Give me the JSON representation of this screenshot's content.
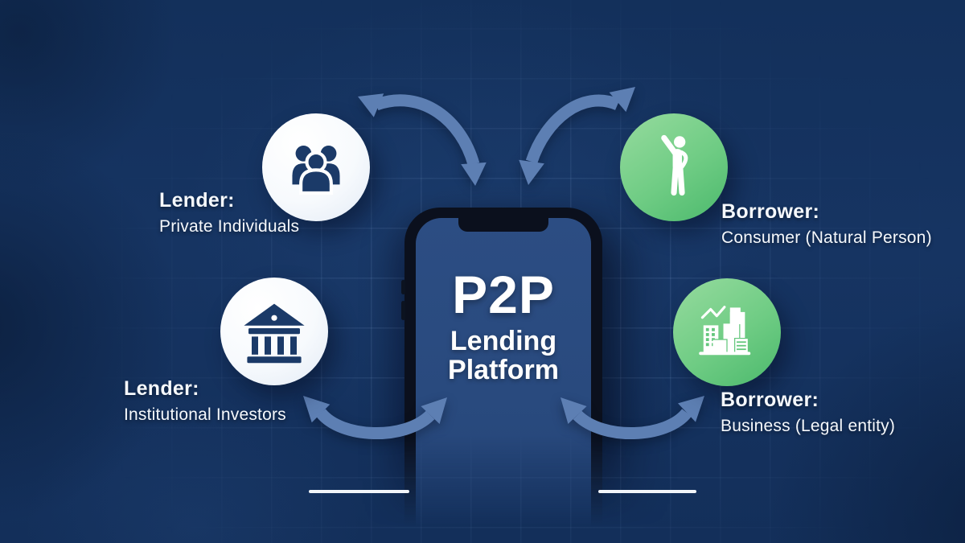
{
  "diagram": {
    "phone": {
      "line1": "P2P",
      "line2": "Lending",
      "line3": "Platform"
    },
    "nodes": [
      {
        "role": "lender",
        "title": "Lender:",
        "subtitle": "Private Individuals",
        "icon": "people-group-icon",
        "circle": "white",
        "position": "top-left"
      },
      {
        "role": "lender",
        "title": "Lender:",
        "subtitle": "Institutional Investors",
        "icon": "bank-icon",
        "circle": "white",
        "position": "bottom-left"
      },
      {
        "role": "borrower",
        "title": "Borrower:",
        "subtitle": "Consumer (Natural Person)",
        "icon": "person-raising-hand-icon",
        "circle": "green",
        "position": "top-right"
      },
      {
        "role": "borrower",
        "title": "Borrower:",
        "subtitle": "Business (Legal entity)",
        "icon": "buildings-chart-icon",
        "circle": "green",
        "position": "bottom-right"
      }
    ],
    "colors": {
      "background": "#15325f",
      "arrow": "#5d7fb3",
      "phone_screen": "#294a7e",
      "phone_frame": "#0b101d",
      "green1": "#96db9e",
      "green2": "#4bb96c",
      "navy": "#1b3a68",
      "text": "#f5f8fc"
    }
  }
}
